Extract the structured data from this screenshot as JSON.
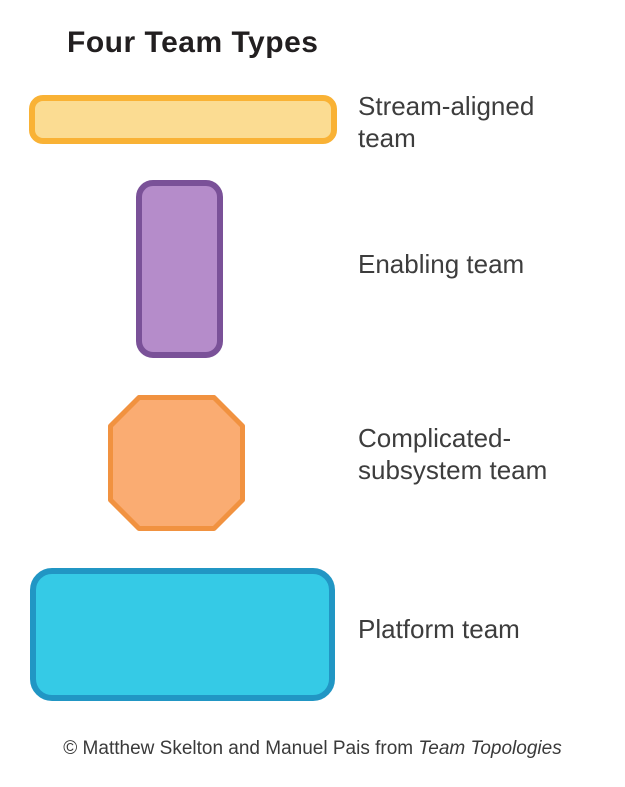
{
  "title": "Four Team Types",
  "teams": [
    {
      "id": "stream-aligned",
      "label": "Stream-aligned team",
      "shape": "wide-rounded-rectangle",
      "fill": "#FBDC92",
      "border": "#F9B235"
    },
    {
      "id": "enabling",
      "label": "Enabling team",
      "shape": "tall-rounded-rectangle",
      "fill": "#B58CCA",
      "border": "#7A5198"
    },
    {
      "id": "complicated-subsystem",
      "label": "Complicated-subsystem team",
      "shape": "octagon",
      "fill": "#FAAC72",
      "border": "#F19240"
    },
    {
      "id": "platform",
      "label": "Platform team",
      "shape": "large-rounded-rectangle",
      "fill": "#35CAE6",
      "border": "#2196C4"
    }
  ],
  "footer": {
    "credit_prefix": "© Matthew Skelton and Manuel Pais from ",
    "credit_source": "Team Topologies"
  }
}
